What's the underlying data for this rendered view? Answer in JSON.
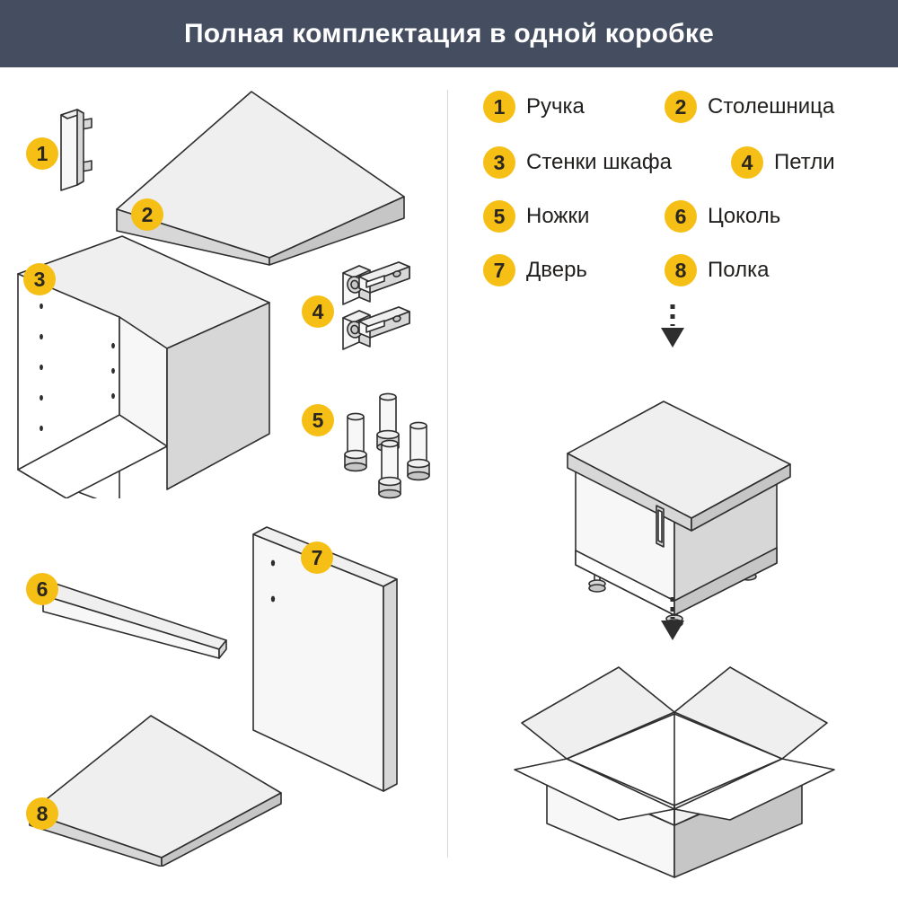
{
  "header": {
    "title": "Полная комплектация в одной коробке",
    "background": "#454d60",
    "text_color": "#ffffff"
  },
  "theme": {
    "badge_color": "#f5bf16",
    "badge_text_color": "#2b2720",
    "line_color": "#2e2e2e",
    "divider_color": "#d8d8d8",
    "page_background": "#ffffff"
  },
  "legend": {
    "items": [
      {
        "number": "1",
        "label": "Ручка"
      },
      {
        "number": "2",
        "label": "Столешница"
      },
      {
        "number": "3",
        "label": "Стенки шкафа"
      },
      {
        "number": "4",
        "label": "Петли"
      },
      {
        "number": "5",
        "label": "Ножки"
      },
      {
        "number": "6",
        "label": "Цоколь"
      },
      {
        "number": "7",
        "label": "Дверь"
      },
      {
        "number": "8",
        "label": "Полка"
      }
    ]
  },
  "parts_diagram": {
    "callouts": [
      {
        "number": "1",
        "part": "Ручка"
      },
      {
        "number": "2",
        "part": "Столешница"
      },
      {
        "number": "3",
        "part": "Стенки шкафа"
      },
      {
        "number": "4",
        "part": "Петли"
      },
      {
        "number": "5",
        "part": "Ножки"
      },
      {
        "number": "6",
        "part": "Цоколь"
      },
      {
        "number": "7",
        "part": "Дверь"
      },
      {
        "number": "8",
        "part": "Полка"
      }
    ]
  },
  "assembly_flow": {
    "steps": [
      {
        "name": "arrow-down-to-cabinet",
        "icon": "dashed-arrow-down-icon"
      },
      {
        "name": "assembled-cabinet",
        "icon": "cabinet-icon"
      },
      {
        "name": "arrow-down-to-box",
        "icon": "dashed-arrow-down-icon"
      },
      {
        "name": "open-carton-box",
        "icon": "open-box-icon"
      }
    ]
  }
}
